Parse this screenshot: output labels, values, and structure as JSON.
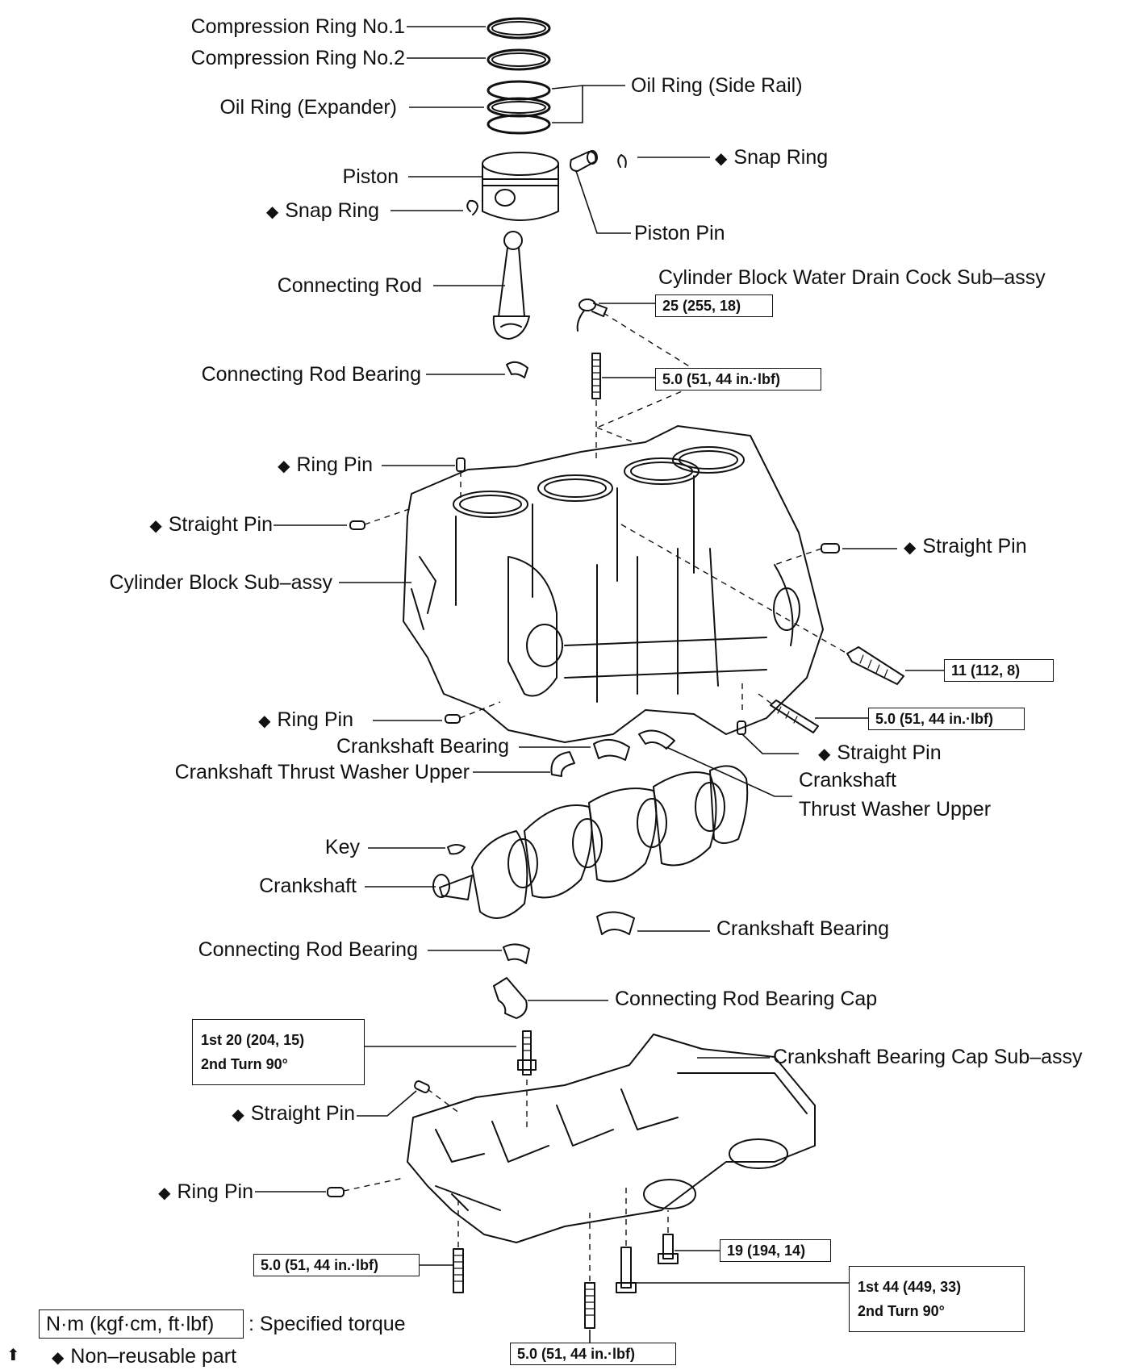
{
  "labels": {
    "comp_ring_1": "Compression Ring No.1",
    "comp_ring_2": "Compression Ring No.2",
    "oil_ring_side": "Oil Ring (Side Rail)",
    "oil_ring_exp": "Oil Ring (Expander)",
    "snap_ring_r": "Snap Ring",
    "piston": "Piston",
    "snap_ring_l": "Snap Ring",
    "piston_pin": "Piston Pin",
    "conn_rod": "Connecting Rod",
    "drain_cock": "Cylinder Block Water Drain Cock Sub–assy",
    "conn_rod_bearing_upper": "Connecting Rod Bearing",
    "ring_pin_top": "Ring Pin",
    "straight_pin_l": "Straight Pin",
    "straight_pin_r": "Straight Pin",
    "cyl_block": "Cylinder Block Sub–assy",
    "ring_pin_mid": "Ring Pin",
    "crank_bearing_upper": "Crankshaft Bearing",
    "thrust_washer_l": "Crankshaft Thrust Washer Upper",
    "straight_pin_low": "Straight Pin",
    "thrust_washer_r1": "Crankshaft",
    "thrust_washer_r2": "Thrust Washer Upper",
    "key": "Key",
    "crankshaft": "Crankshaft",
    "crank_bearing_lower": "Crankshaft Bearing",
    "conn_rod_bearing_lower": "Connecting Rod Bearing",
    "conn_rod_cap": "Connecting Rod Bearing Cap",
    "bearing_cap_sub": "Crankshaft Bearing Cap Sub–assy",
    "straight_pin_bottom": "Straight Pin",
    "ring_pin_bottom": "Ring Pin"
  },
  "torques": {
    "drain_cock": "25 (255, 18)",
    "stud_top": "5.0 (51, 44 in.·lbf)",
    "bolt_11": "11 (112, 8)",
    "stud_right": "5.0 (51, 44 in.·lbf)",
    "cap_bolt_line1": "1st 20 (204, 15)",
    "cap_bolt_line2": "2nd Turn 90°",
    "stud_bottom_left": "5.0 (51, 44 in.·lbf)",
    "bolt_19": "19 (194, 14)",
    "main_bolt_line1": "1st 44 (449, 33)",
    "main_bolt_line2": "2nd Turn 90°",
    "stud_bottom": "5.0 (51, 44 in.·lbf)"
  },
  "legend": {
    "torque_unit": "N·m (kgf·cm, ft·lbf)",
    "torque_desc": ": Specified torque",
    "nonreusable": "Non–reusable part"
  },
  "symbols": {
    "diamond": "◆",
    "corner_mark": "⬆"
  },
  "colors": {
    "ink": "#111111",
    "paper": "#ffffff"
  }
}
